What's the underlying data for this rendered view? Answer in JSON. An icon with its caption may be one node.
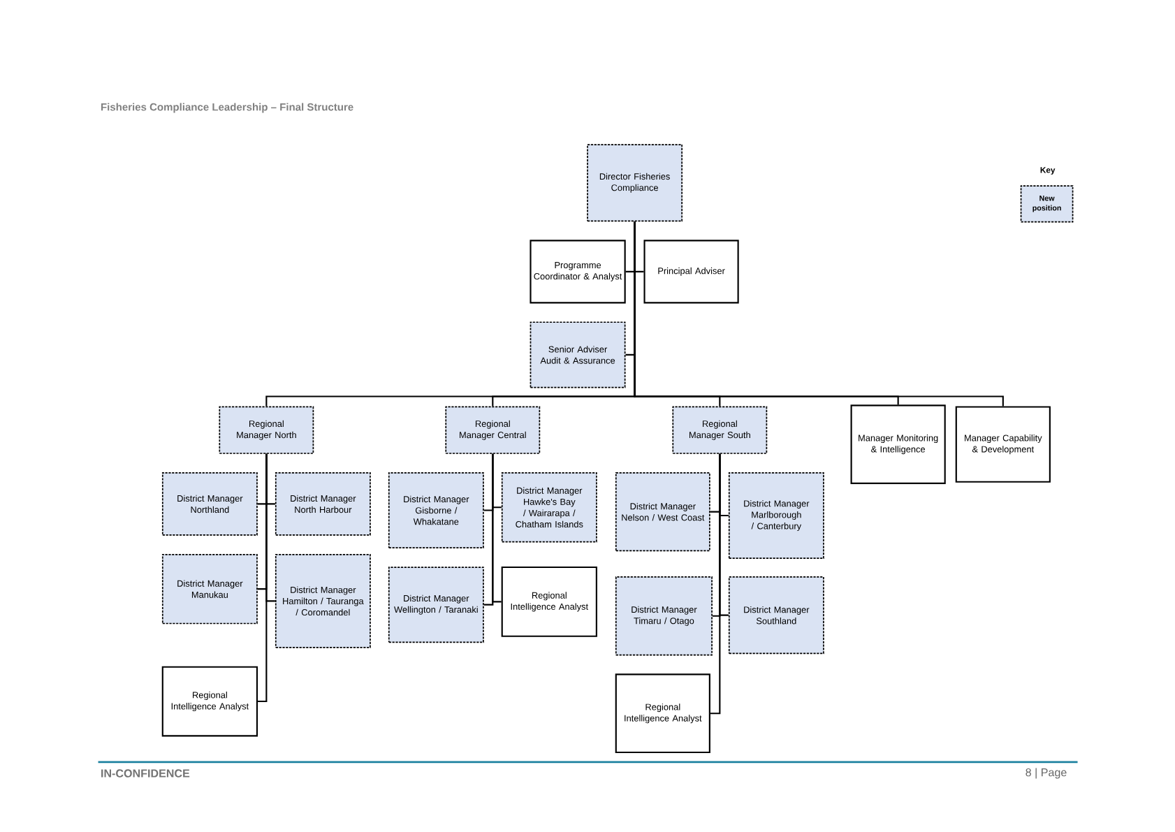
{
  "diagram": {
    "title": "Fisheries Compliance Leadership – Final Structure",
    "nodes": [
      {
        "text": [
          "Director Fisheries Compliance"
        ]
      },
      {
        "text": [
          "Programme Coordinator & Analyst"
        ]
      },
      {
        "text": [
          "Principal Adviser"
        ]
      },
      {
        "text": [
          "Senior Adviser Audit & Assurance"
        ]
      },
      {
        "text": [
          "Regional Manager North"
        ]
      },
      {
        "text": [
          "Regional Manager Central"
        ]
      },
      {
        "text": [
          "Regional Manager South"
        ]
      },
      {
        "text": [
          "Manager Monitoring & Intelligence"
        ]
      },
      {
        "text": [
          "Manager Capability & Development"
        ]
      },
      {
        "text": [
          "District Manager Northland"
        ]
      },
      {
        "text": [
          "District Manager North Harbour"
        ]
      },
      {
        "text": [
          "District Manager Manukau"
        ]
      },
      {
        "text": [
          "District Manager Hamilton / Tauranga / Coromandel"
        ]
      },
      {
        "text": [
          "Regional Intelligence Analyst"
        ]
      },
      {
        "text": [
          "District Manager Gisborne / Whakatane"
        ]
      },
      {
        "text": [
          "District Manager Hawke's Bay / Wairarapa / Chatham Islands"
        ]
      },
      {
        "text": [
          "District Manager Wellington / Taranaki"
        ]
      },
      {
        "text": [
          "Regional Intelligence Analyst"
        ]
      },
      {
        "text": [
          "District Manager Nelson / West Coast"
        ]
      },
      {
        "text": [
          "District Manager Marlborough / Canterbury"
        ]
      },
      {
        "text": [
          "District Manager Timaru / Otago"
        ]
      },
      {
        "text": [
          "District Manager Southland"
        ]
      },
      {
        "text": [
          "Regional Intelligence Analyst"
        ]
      }
    ],
    "edges": [
      {
        "from": 0,
        "to": 1,
        "arrow": "none"
      },
      {
        "from": 0,
        "to": 2,
        "arrow": "none"
      },
      {
        "from": 0,
        "to": 3,
        "arrow": "none"
      },
      {
        "from": 0,
        "to": 4,
        "arrow": "none"
      },
      {
        "from": 0,
        "to": 5,
        "arrow": "none"
      },
      {
        "from": 0,
        "to": 6,
        "arrow": "none"
      },
      {
        "from": 0,
        "to": 7,
        "arrow": "none"
      },
      {
        "from": 0,
        "to": 8,
        "arrow": "none"
      },
      {
        "from": 4,
        "to": 9,
        "arrow": "none"
      },
      {
        "from": 4,
        "to": 10,
        "arrow": "none"
      },
      {
        "from": 4,
        "to": 11,
        "arrow": "none"
      },
      {
        "from": 4,
        "to": 12,
        "arrow": "none"
      },
      {
        "from": 4,
        "to": 13,
        "arrow": "none"
      },
      {
        "from": 5,
        "to": 14,
        "arrow": "none"
      },
      {
        "from": 5,
        "to": 15,
        "arrow": "none"
      },
      {
        "from": 5,
        "to": 16,
        "arrow": "none"
      },
      {
        "from": 5,
        "to": 17,
        "arrow": "none"
      },
      {
        "from": 6,
        "to": 18,
        "arrow": "none"
      },
      {
        "from": 6,
        "to": 19,
        "arrow": "none"
      },
      {
        "from": 6,
        "to": 20,
        "arrow": "none"
      },
      {
        "from": 6,
        "to": 21,
        "arrow": "none"
      },
      {
        "from": 6,
        "to": 22,
        "arrow": "none"
      }
    ],
    "labels": [
      "Key",
      "IN-CONFIDENCE",
      "8 | Page"
    ],
    "legend": [
      {
        "text": "New position",
        "color": "#dae3f3"
      }
    ]
  }
}
